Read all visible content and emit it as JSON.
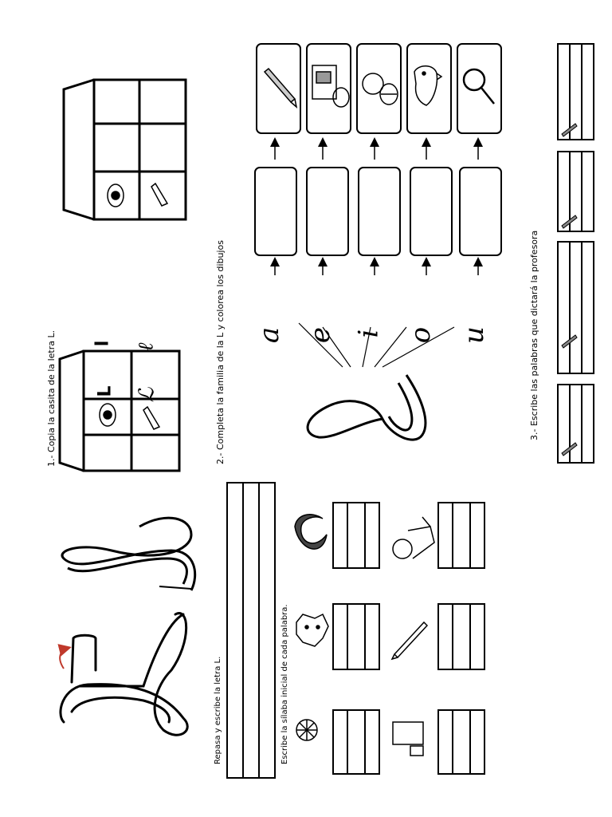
{
  "instructions": {
    "copy_house": "1.- Copia la casita de la letra L.",
    "complete_family": "2.- Completa la familia de la L y colorea los dibujos",
    "dictation": "3.- Escribe las palabras que dictará la profesora",
    "trace_letter": "Repasa y escribe la letra L.",
    "initial_syllable": "Escribe la sílaba inicial de cada palabra."
  },
  "house": {
    "print_upper": "L",
    "print_lower": "l",
    "script_upper": "ℒ",
    "script_lower": "ℓ"
  },
  "vowels": [
    "a",
    "e",
    "i",
    "o",
    "u"
  ],
  "family_pictures": [
    "pencil-icon",
    "milk-icon",
    "lemon-icon",
    "parrot-icon",
    "magnifier-icon"
  ],
  "syllable_pictures": [
    "lemon-icon",
    "wolf-icon",
    "moon-icon",
    "milk-icon",
    "pencil-icon",
    "lion-icon"
  ],
  "colors": {
    "ink": "#000000",
    "arrow": "#c0392b"
  }
}
